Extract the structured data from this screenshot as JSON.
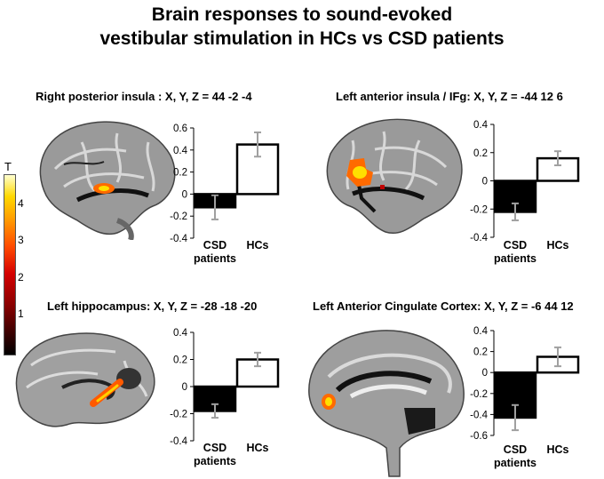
{
  "figure_title": {
    "line1": "Brain responses to sound-evoked",
    "line2": "vestibular stimulation in HCs vs CSD patients"
  },
  "colorbar": {
    "label": "T",
    "ticks": [
      "4",
      "3",
      "2",
      "1"
    ]
  },
  "panels": [
    {
      "title": "Right posterior insula : X, Y, Z = 44 -2 -4",
      "view": "sagittal-right-lateral"
    },
    {
      "title": "Left anterior insula / IFg: X, Y, Z = -44 12 6",
      "view": "sagittal-left-lateral"
    },
    {
      "title": "Left hippocampus: X, Y, Z = -28 -18 -20",
      "view": "sagittal-left-hippocampus"
    },
    {
      "title": "Left Anterior Cingulate Cortex: X, Y, Z = -6 44 12",
      "view": "sagittal-midline"
    }
  ],
  "chart_data": [
    {
      "type": "bar",
      "categories": [
        "CSD patients",
        "HCs"
      ],
      "values": [
        -0.12,
        0.45
      ],
      "errors": [
        0.11,
        0.11
      ],
      "ylim": [
        -0.4,
        0.6
      ],
      "yticks": [
        "0.6",
        "0.4",
        "0.2",
        "0",
        "-0.2",
        "-0.4"
      ],
      "tickvals": [
        0.6,
        0.4,
        0.2,
        0,
        -0.2,
        -0.4
      ],
      "fills": [
        "#000000",
        "#ffffff"
      ]
    },
    {
      "type": "bar",
      "categories": [
        "CSD patients",
        "HCs"
      ],
      "values": [
        -0.22,
        0.16
      ],
      "errors": [
        0.06,
        0.05
      ],
      "ylim": [
        -0.4,
        0.4
      ],
      "yticks": [
        "0.4",
        "0.2",
        "0",
        "-0.2",
        "-0.4"
      ],
      "tickvals": [
        0.4,
        0.2,
        0,
        -0.2,
        -0.4
      ],
      "fills": [
        "#000000",
        "#ffffff"
      ]
    },
    {
      "type": "bar",
      "categories": [
        "CSD patients",
        "HCs"
      ],
      "values": [
        -0.18,
        0.2
      ],
      "errors": [
        0.05,
        0.05
      ],
      "ylim": [
        -0.4,
        0.4
      ],
      "yticks": [
        "0.4",
        "0.2",
        "0",
        "-0.2",
        "-0.4"
      ],
      "tickvals": [
        0.4,
        0.2,
        0,
        -0.2,
        -0.4
      ],
      "fills": [
        "#000000",
        "#ffffff"
      ]
    },
    {
      "type": "bar",
      "categories": [
        "CSD patients",
        "HCs"
      ],
      "values": [
        -0.43,
        0.15
      ],
      "errors": [
        0.12,
        0.09
      ],
      "ylim": [
        -0.6,
        0.4
      ],
      "yticks": [
        "0.4",
        "0.2",
        "0",
        "-0.2",
        "-0.4",
        "-0.6"
      ],
      "tickvals": [
        0.4,
        0.2,
        0,
        -0.2,
        -0.4,
        -0.6
      ],
      "fills": [
        "#000000",
        "#ffffff"
      ]
    }
  ]
}
